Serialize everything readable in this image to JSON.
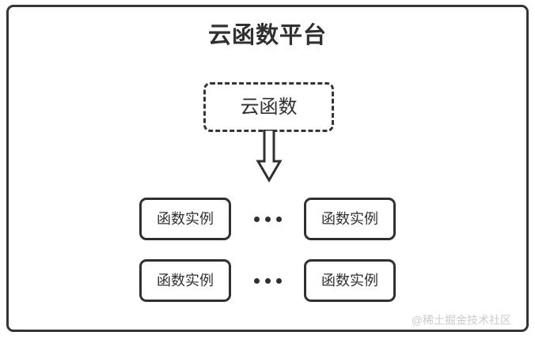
{
  "diagram": {
    "title": "云函数平台",
    "source_node": {
      "label": "云函数",
      "style": "dashed"
    },
    "arrow": {
      "icon": "down-block-arrow",
      "direction": "down"
    },
    "rows": [
      {
        "left_instance": "函数实例",
        "ellipsis": "•••",
        "right_instance": "函数实例"
      },
      {
        "left_instance": "函数实例",
        "ellipsis": "•••",
        "right_instance": "函数实例"
      }
    ],
    "watermark": "@稀土掘金技术社区",
    "colors": {
      "stroke": "#2f3031",
      "frame": "#333537",
      "background": "#ffffff",
      "watermark": "#c9cbcd"
    }
  }
}
